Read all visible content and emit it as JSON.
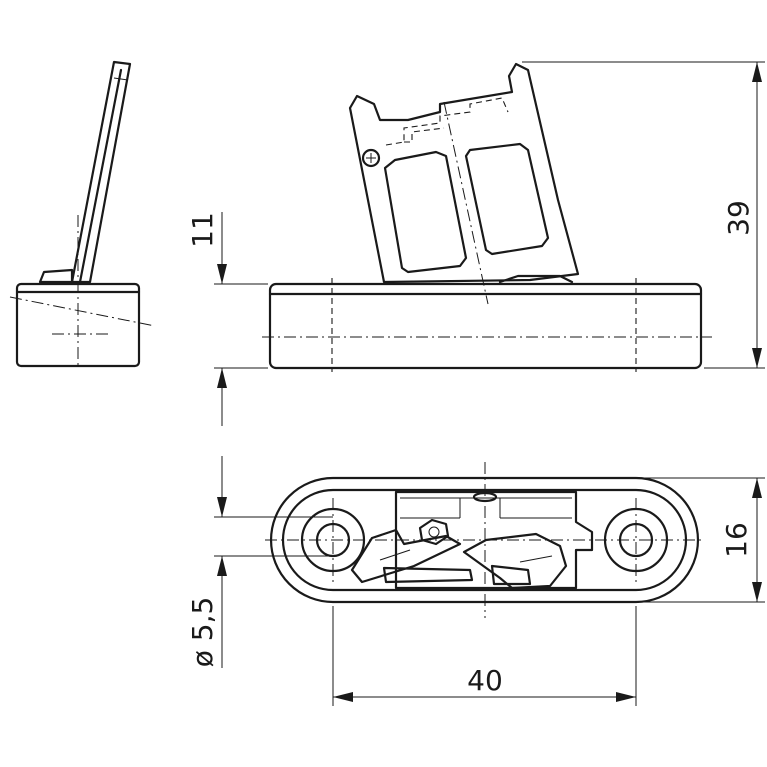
{
  "dimensions": {
    "height_total": "39",
    "base_height": "11",
    "width_total": "16",
    "hole_diameter": "ø 5,5",
    "hole_spacing": "40"
  }
}
